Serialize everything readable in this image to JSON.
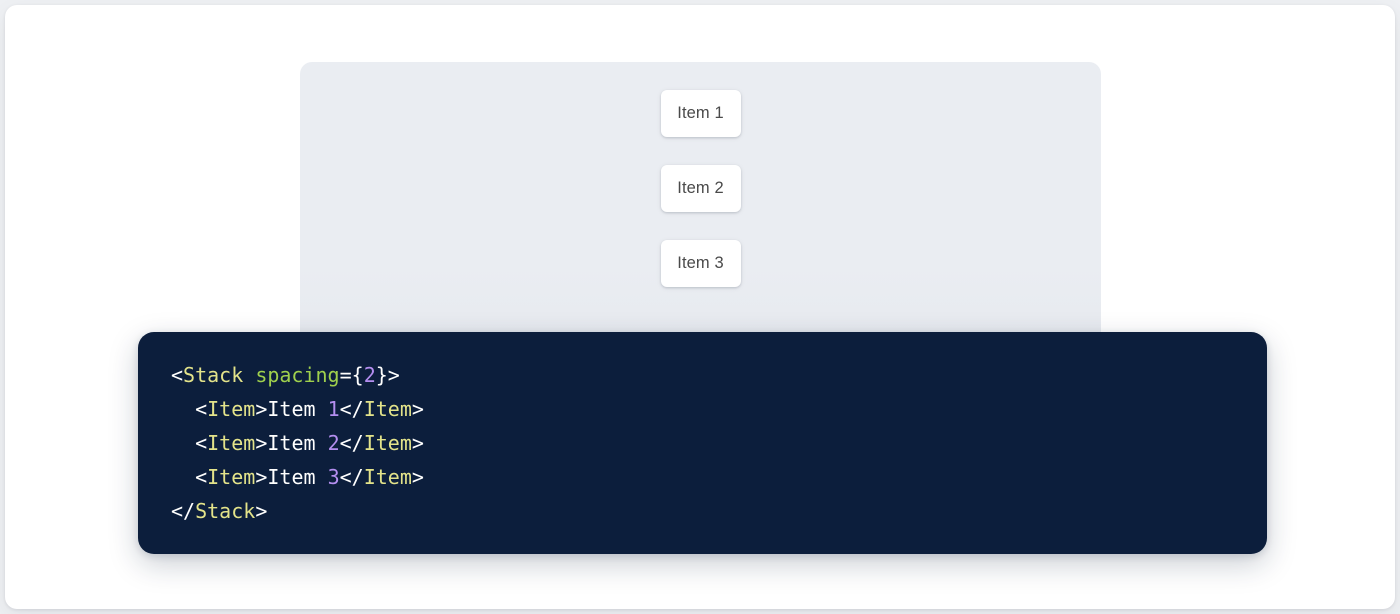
{
  "colors": {
    "page_background": "#eef0f3",
    "card_background": "#ffffff",
    "preview_background": "#eaedf2",
    "code_background": "#0c1e3c",
    "token_tag": "#e3e38a",
    "token_attribute": "#9fd04d",
    "token_number": "#b48ef0",
    "token_punctuation": "#ffffff",
    "token_text": "#ffffff",
    "item_text": "#4a4a4a"
  },
  "preview": {
    "stack": {
      "spacing": 2,
      "items": [
        {
          "label": "Item 1"
        },
        {
          "label": "Item 2"
        },
        {
          "label": "Item 3"
        }
      ]
    }
  },
  "code": {
    "language": "jsx",
    "lines": [
      {
        "indent": "",
        "tokens": [
          {
            "type": "punct",
            "text": "<"
          },
          {
            "type": "tag",
            "text": "Stack"
          },
          {
            "type": "punct",
            "text": " "
          },
          {
            "type": "attr",
            "text": "spacing"
          },
          {
            "type": "punct",
            "text": "={"
          },
          {
            "type": "num",
            "text": "2"
          },
          {
            "type": "punct",
            "text": "}>"
          }
        ]
      },
      {
        "indent": "  ",
        "tokens": [
          {
            "type": "punct",
            "text": "<"
          },
          {
            "type": "tag",
            "text": "Item"
          },
          {
            "type": "punct",
            "text": ">"
          },
          {
            "type": "text",
            "text": "Item "
          },
          {
            "type": "num",
            "text": "1"
          },
          {
            "type": "punct",
            "text": "</"
          },
          {
            "type": "tag",
            "text": "Item"
          },
          {
            "type": "punct",
            "text": ">"
          }
        ]
      },
      {
        "indent": "  ",
        "tokens": [
          {
            "type": "punct",
            "text": "<"
          },
          {
            "type": "tag",
            "text": "Item"
          },
          {
            "type": "punct",
            "text": ">"
          },
          {
            "type": "text",
            "text": "Item "
          },
          {
            "type": "num",
            "text": "2"
          },
          {
            "type": "punct",
            "text": "</"
          },
          {
            "type": "tag",
            "text": "Item"
          },
          {
            "type": "punct",
            "text": ">"
          }
        ]
      },
      {
        "indent": "  ",
        "tokens": [
          {
            "type": "punct",
            "text": "<"
          },
          {
            "type": "tag",
            "text": "Item"
          },
          {
            "type": "punct",
            "text": ">"
          },
          {
            "type": "text",
            "text": "Item "
          },
          {
            "type": "num",
            "text": "3"
          },
          {
            "type": "punct",
            "text": "</"
          },
          {
            "type": "tag",
            "text": "Item"
          },
          {
            "type": "punct",
            "text": ">"
          }
        ]
      },
      {
        "indent": "",
        "tokens": [
          {
            "type": "punct",
            "text": "</"
          },
          {
            "type": "tag",
            "text": "Stack"
          },
          {
            "type": "punct",
            "text": ">"
          }
        ]
      }
    ]
  }
}
